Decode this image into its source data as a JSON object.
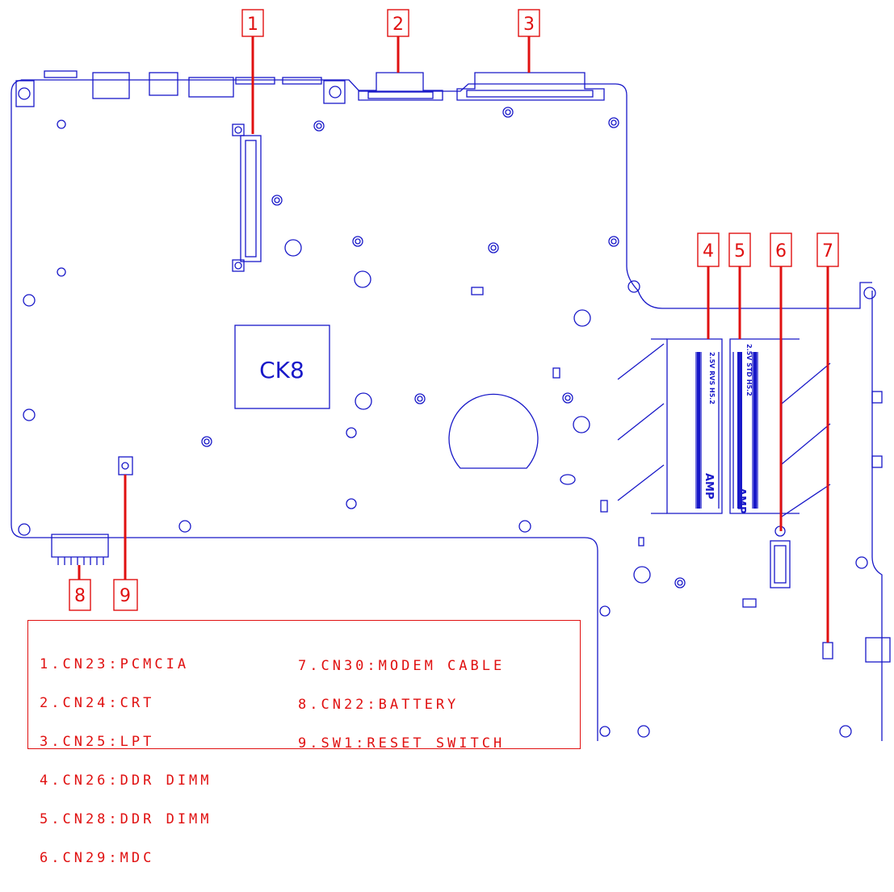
{
  "callouts": [
    {
      "num": "1"
    },
    {
      "num": "2"
    },
    {
      "num": "3"
    },
    {
      "num": "4"
    },
    {
      "num": "5"
    },
    {
      "num": "6"
    },
    {
      "num": "7"
    },
    {
      "num": "8"
    },
    {
      "num": "9"
    }
  ],
  "chip": {
    "label": "CK8"
  },
  "dimm": {
    "slot_a_label": "2.5V RVS H5.2",
    "slot_b_label": "2.5V STD H5.2",
    "brand": "AMP"
  },
  "legend": {
    "left": [
      "1.CN23:PCMCIA",
      "2.CN24:CRT",
      "3.CN25:LPT",
      "4.CN26:DDR DIMM",
      "5.CN28:DDR DIMM",
      "6.CN29:MDC"
    ],
    "right": [
      "7.CN30:MODEM CABLE",
      "8.CN22:BATTERY",
      "9.SW1:RESET SWITCH"
    ]
  },
  "colors": {
    "outline": "#1818c8",
    "callout": "#e01010",
    "background": "#ffffff"
  }
}
